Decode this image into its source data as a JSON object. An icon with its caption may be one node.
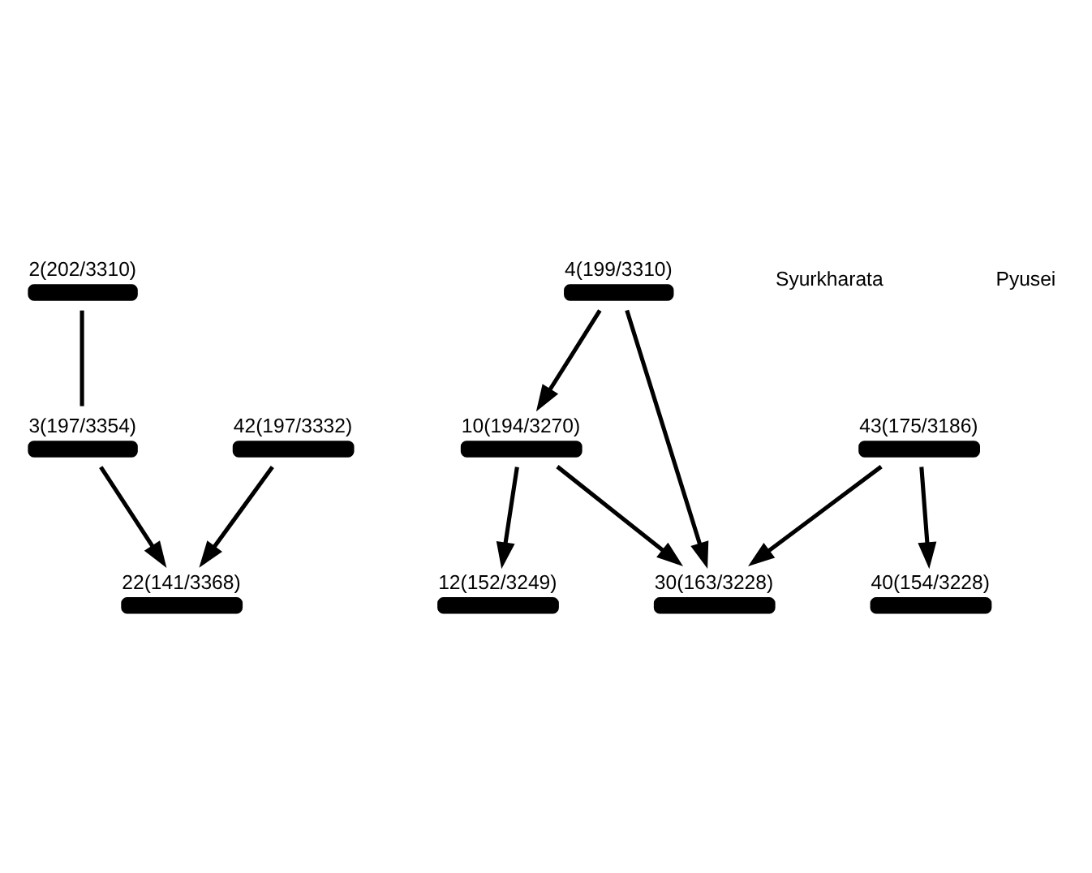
{
  "diagram": {
    "nodes": [
      {
        "text": [
          "2(202/3310)"
        ]
      },
      {
        "text": [
          "3(197/3354)"
        ]
      },
      {
        "text": [
          "4(199/3310)"
        ]
      },
      {
        "text": [
          "22(141/3368)"
        ]
      },
      {
        "text": [
          "10(194/3270)"
        ]
      },
      {
        "text": [
          "30(163/3228)"
        ]
      },
      {
        "text": [
          "12(152/3249)"
        ]
      },
      {
        "text": [
          "43(175/3186)"
        ]
      },
      {
        "text": [
          "42(197/3332)"
        ]
      },
      {
        "text": [
          "40(154/3228)"
        ]
      }
    ],
    "edges": [
      {
        "from": 0,
        "to": 1,
        "arrow": "none"
      },
      {
        "from": 1,
        "to": 3,
        "arrow": "to"
      },
      {
        "from": 2,
        "to": 4,
        "arrow": "to"
      },
      {
        "from": 2,
        "to": 5,
        "arrow": "to"
      },
      {
        "from": 4,
        "to": 6,
        "arrow": "to"
      },
      {
        "from": 4,
        "to": 5,
        "arrow": "to"
      },
      {
        "from": 7,
        "to": 5,
        "arrow": "to"
      },
      {
        "from": 7,
        "to": 9,
        "arrow": "to"
      },
      {
        "from": 8,
        "to": 3,
        "arrow": "to"
      }
    ],
    "labels": [
      "Syurkharata",
      "Pyusei"
    ]
  }
}
